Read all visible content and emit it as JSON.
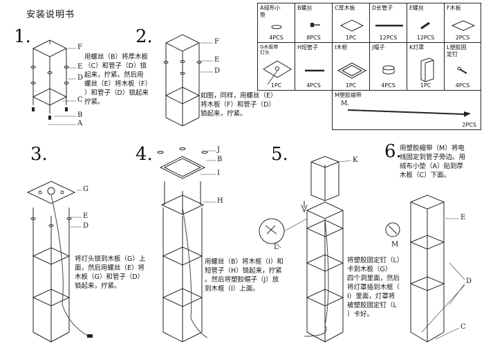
{
  "title": "安装说明书",
  "steps": [
    {
      "number": "1.",
      "text": "用螺丝（B）将厚木板\n（C）和管子（D）锁\n起来，拧紧。然后用\n螺丝（E）将木板（F）\n）和管子（D）锁起来\n拧紧。",
      "labels": [
        "F",
        "E",
        "D",
        "C",
        "B",
        "A"
      ]
    },
    {
      "number": "2.",
      "text": "如图，同样，用螺丝（E）\n将木板（F）和管子（D）\n锁起来，拧紧。",
      "labels": [
        "F",
        "E",
        "D"
      ]
    },
    {
      "number": "3.",
      "text": "将灯头锁到木板（G）上\n面，然后用螺丝（E）将\n木板（G）和管子（D）\n锁起来，拧紧。",
      "labels": [
        "G",
        "E",
        "D"
      ]
    },
    {
      "number": "4.",
      "text": "用螺丝（B）将木框（I）和\n短管子（H）锁起来，拧紧\n。然后将塑胶帽子（J）放\n到木框（I）上面。",
      "labels": [
        "J",
        "B",
        "I",
        "H"
      ]
    },
    {
      "number": "5.",
      "text": "将塑胶固定钉（L）\n卡到木板（G）\n四个洞里面，然后\n将灯罩插到木框（\nI）里面，灯罩将\n被塑胶固定钉（L\n）卡好。",
      "labels": [
        "K",
        "L"
      ]
    },
    {
      "number": "6.",
      "text": "用塑胶缩带（M）将电\n线固定到管子旁边。用\n绒布小垫（A）贴到厚\n木板（C）下面。",
      "labels": [
        "E",
        "M",
        "D",
        "C"
      ]
    }
  ],
  "parts": [
    {
      "name": "A绒布小\n垫",
      "qty": "4PCS",
      "icon": "felt-pad-icon"
    },
    {
      "name": "B螺丝",
      "qty": "8PCS",
      "icon": "screw-icon"
    },
    {
      "name": "C厚木板",
      "qty": "1PC",
      "icon": "thick-board-icon"
    },
    {
      "name": "D长管子",
      "qty": "12PCS",
      "icon": "long-tube-icon"
    },
    {
      "name": "E螺丝",
      "qty": "12PCS",
      "icon": "screw-e-icon"
    },
    {
      "name": "F木板",
      "qty": "2PCS",
      "icon": "board-icon"
    },
    {
      "name": "G木板带\n灯头",
      "qty": "1PC",
      "icon": "lamp-board-icon"
    },
    {
      "name": "H短管子",
      "qty": "4PCS",
      "icon": "short-tube-icon"
    },
    {
      "name": "I木框",
      "qty": "1PC",
      "icon": "wood-frame-icon"
    },
    {
      "name": "J帽子",
      "qty": "4PCS",
      "icon": "cap-icon"
    },
    {
      "name": "K灯罩",
      "qty": "1PC",
      "icon": "lampshade-icon"
    },
    {
      "name": "L塑胶固\n定钉",
      "qty": "4PCS",
      "icon": "plastic-nail-icon"
    },
    {
      "name": "M塑胶缩带",
      "qty": "2PCS",
      "icon": "cable-tie-icon"
    }
  ],
  "cable_tie_letter": "M."
}
